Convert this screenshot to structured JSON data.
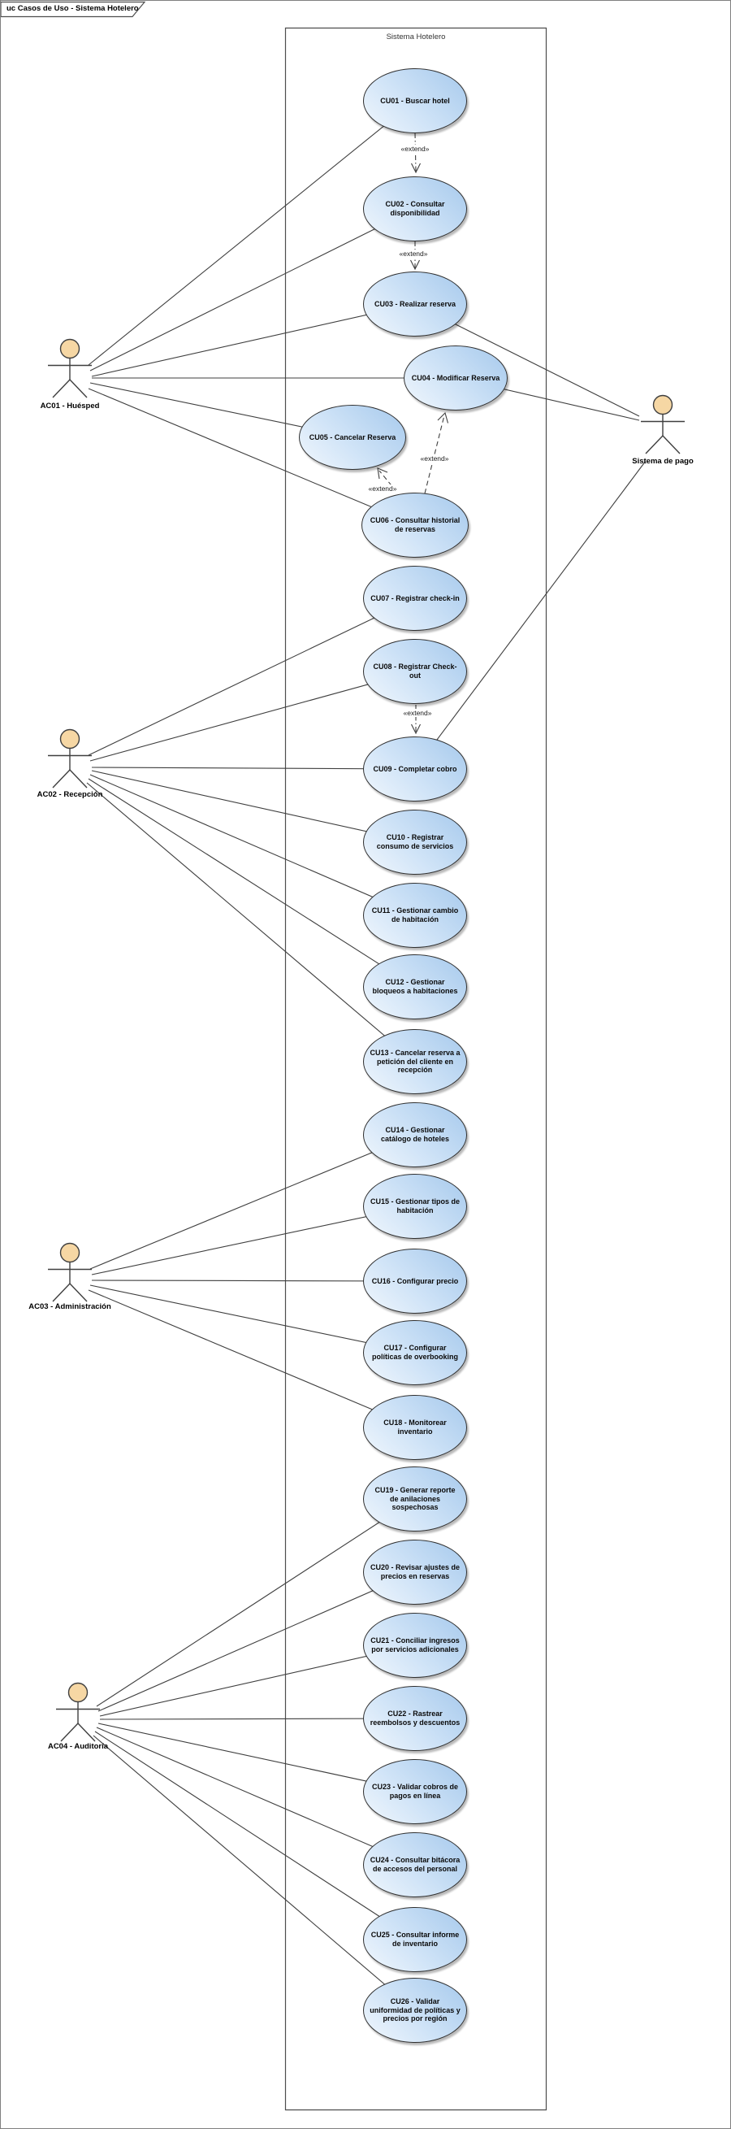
{
  "title": "uc Casos de Uso - Sistema Hotelero",
  "system": {
    "label": "Sistema Hotelero"
  },
  "actors": [
    {
      "id": "AC01",
      "label": "AC01 - Huésped"
    },
    {
      "id": "AC02",
      "label": "AC02 - Recepción"
    },
    {
      "id": "AC03",
      "label": "AC03 - Administración"
    },
    {
      "id": "AC04",
      "label": "AC04 - Auditoría"
    },
    {
      "id": "SistemaPago",
      "label": "Sistema de pago"
    }
  ],
  "use_cases": [
    {
      "id": "CU01",
      "label": "CU01 - Buscar hotel"
    },
    {
      "id": "CU02",
      "label": "CU02 - Consultar disponibilidad"
    },
    {
      "id": "CU03",
      "label": "CU03 - Realizar reserva"
    },
    {
      "id": "CU04",
      "label": "CU04 - Modificar Reserva"
    },
    {
      "id": "CU05",
      "label": "CU05 - Cancelar Reserva"
    },
    {
      "id": "CU06",
      "label": "CU06 - Consultar historial de reservas"
    },
    {
      "id": "CU07",
      "label": "CU07 - Registrar check-in"
    },
    {
      "id": "CU08",
      "label": "CU08 - Registrar Check-out"
    },
    {
      "id": "CU09",
      "label": "CU09 - Completar cobro"
    },
    {
      "id": "CU10",
      "label": "CU10 - Registrar consumo de servicios"
    },
    {
      "id": "CU11",
      "label": "CU11 - Gestionar cambio de habitación"
    },
    {
      "id": "CU12",
      "label": "CU12 - Gestionar bloqueos a habitaciones"
    },
    {
      "id": "CU13",
      "label": "CU13 - Cancelar reserva a petición del cliente en recepción"
    },
    {
      "id": "CU14",
      "label": "CU14 - Gestionar catálogo de hoteles"
    },
    {
      "id": "CU15",
      "label": "CU15 - Gestionar tipos de habitación"
    },
    {
      "id": "CU16",
      "label": "CU16 - Configurar precio"
    },
    {
      "id": "CU17",
      "label": "CU17 - Configurar políticas de overbooking"
    },
    {
      "id": "CU18",
      "label": "CU18 - Monitorear inventario"
    },
    {
      "id": "CU19",
      "label": "CU19 - Generar reporte de anilaciones sospechosas"
    },
    {
      "id": "CU20",
      "label": "CU20 - Revisar ajustes de precios en reservas"
    },
    {
      "id": "CU21",
      "label": "CU21 - Conciliar ingresos por servicios adicionales"
    },
    {
      "id": "CU22",
      "label": "CU22 - Rastrear reembolsos y descuentos"
    },
    {
      "id": "CU23",
      "label": "CU23 - Validar cobros de pagos en línea"
    },
    {
      "id": "CU24",
      "label": "CU24 - Consultar bitácora de accesos del personal"
    },
    {
      "id": "CU25",
      "label": "CU25 - Consultar informe de inventario"
    },
    {
      "id": "CU26",
      "label": "CU26 - Validar uniformidad de políticas y precios por región"
    }
  ],
  "relationships": {
    "extend_label": "«extend»",
    "extends": [
      {
        "from": "CU01",
        "to": "CU02"
      },
      {
        "from": "CU02",
        "to": "CU03"
      },
      {
        "from": "CU06",
        "to": "CU04"
      },
      {
        "from": "CU06",
        "to": "CU05"
      },
      {
        "from": "CU08",
        "to": "CU09"
      }
    ],
    "associations": [
      {
        "from": "AC01",
        "to": "CU01"
      },
      {
        "from": "AC01",
        "to": "CU02"
      },
      {
        "from": "AC01",
        "to": "CU03"
      },
      {
        "from": "AC01",
        "to": "CU04"
      },
      {
        "from": "AC01",
        "to": "CU05"
      },
      {
        "from": "AC01",
        "to": "CU06"
      },
      {
        "from": "AC02",
        "to": "CU07"
      },
      {
        "from": "AC02",
        "to": "CU08"
      },
      {
        "from": "AC02",
        "to": "CU09"
      },
      {
        "from": "AC02",
        "to": "CU10"
      },
      {
        "from": "AC02",
        "to": "CU11"
      },
      {
        "from": "AC02",
        "to": "CU12"
      },
      {
        "from": "AC02",
        "to": "CU13"
      },
      {
        "from": "AC03",
        "to": "CU14"
      },
      {
        "from": "AC03",
        "to": "CU15"
      },
      {
        "from": "AC03",
        "to": "CU16"
      },
      {
        "from": "AC03",
        "to": "CU17"
      },
      {
        "from": "AC03",
        "to": "CU18"
      },
      {
        "from": "AC04",
        "to": "CU19"
      },
      {
        "from": "AC04",
        "to": "CU20"
      },
      {
        "from": "AC04",
        "to": "CU21"
      },
      {
        "from": "AC04",
        "to": "CU22"
      },
      {
        "from": "AC04",
        "to": "CU23"
      },
      {
        "from": "AC04",
        "to": "CU24"
      },
      {
        "from": "AC04",
        "to": "CU25"
      },
      {
        "from": "AC04",
        "to": "CU26"
      },
      {
        "from": "SistemaPago",
        "to": "CU03"
      },
      {
        "from": "SistemaPago",
        "to": "CU04"
      },
      {
        "from": "SistemaPago",
        "to": "CU09"
      }
    ]
  },
  "colors": {
    "usecase_fill_light": "#f1f7fd",
    "usecase_fill_dark": "#a6c9ec",
    "usecase_stroke": "#2f2f2f",
    "actor_head_fill": "#f6d7a4",
    "connector": "#3f3f3f",
    "frame_stroke": "#4d4d4d"
  }
}
